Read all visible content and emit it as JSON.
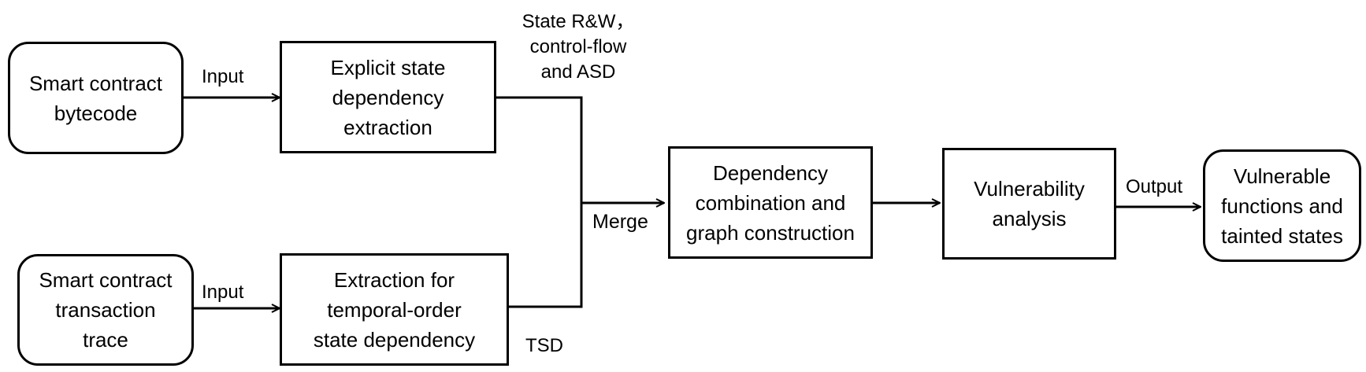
{
  "nodes": {
    "bytecode": {
      "lines": [
        "Smart contract",
        "bytecode"
      ]
    },
    "trace": {
      "lines": [
        "Smart contract",
        "transaction",
        "trace"
      ]
    },
    "explicit": {
      "lines": [
        "Explicit state",
        "dependency",
        "extraction"
      ]
    },
    "temporal": {
      "lines": [
        "Extraction for",
        "temporal-order",
        "state dependency"
      ]
    },
    "combination": {
      "lines": [
        "Dependency",
        "combination and",
        "graph construction"
      ]
    },
    "vuln": {
      "lines": [
        "Vulnerability",
        "analysis"
      ]
    },
    "result": {
      "lines": [
        "Vulnerable",
        "functions and",
        "tainted states"
      ]
    }
  },
  "edge_labels": {
    "input_top": "Input",
    "input_bottom": "Input",
    "state_rw": [
      "State R&W，",
      "control-flow",
      "and ASD"
    ],
    "tsd": "TSD",
    "merge": "Merge",
    "output": "Output"
  },
  "colors": {
    "stroke": "#000000",
    "background": "#ffffff"
  }
}
